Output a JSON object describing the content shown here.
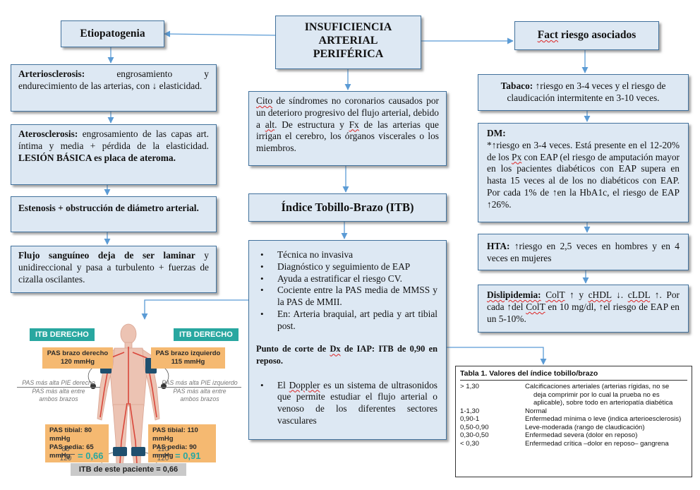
{
  "central_title": [
    "INSUFICIENCIA",
    "ARTERIAL",
    "PERIFÉRICA"
  ],
  "left": {
    "header": "Etiopatogenia",
    "box1": {
      "term": "Arteriosclerosis:",
      "text": " engrosamiento y endurecimiento de las arterias, con ↓ elasticidad."
    },
    "box2": {
      "term": "Aterosclerosis:",
      "text": " engrosamiento de las capas art. íntima y media + pérdida de la elasticidad. ",
      "bold_tail": "LESIÓN BÁSICA es placa de ateroma."
    },
    "box3": {
      "text": "Estenosis + obstrucción de diámetro arterial."
    },
    "box4": {
      "bold": "Flujo sanguíneo deja de ser laminar",
      "text_a": " y unidireccional y pasa a turbulento + fuerzas de ",
      "misspelled": "cizalla",
      "text_b": " oscilantes."
    }
  },
  "middle": {
    "desc": {
      "p1": "Cito",
      "p2": " de síndromes no coronarios causados por un deterioro progresivo del flujo arterial, debido a ",
      "p3": "alt",
      "p4": ". De estructura y ",
      "p5": "Fx",
      "p6": " de las arterias que irrigan el cerebro, los órganos viscerales o los miembros."
    },
    "itb_header": "Índice Tobillo-Brazo (ITB)",
    "itb_list": [
      "Técnica no invasiva",
      "Diagnóstico y seguimiento de EAP",
      "Ayuda a estratificar el riesgo CV.",
      "Cociente entre la PAS media de MMSS y la PAS de MMII.",
      "En: Arteria braquial, art pedia y art tibial post."
    ],
    "cutoff": {
      "a": "Punto de corte de ",
      "b": "Dx",
      "c": " de IAP: ITB de 0,90 en reposo."
    },
    "doppler": {
      "a": "El ",
      "b": "Doppler",
      "c": " es un sistema de ultrasonidos que permite estudiar el flujo arterial o venoso de los diferentes sectores vasculares"
    }
  },
  "right": {
    "header_a": "Fact",
    "header_b": " riesgo asociados",
    "tabaco": {
      "term": "Tabaco:",
      "text": " ↑riesgo en 3-4 veces y el riesgo de claudicación intermitente en 3-10 veces."
    },
    "dm": {
      "term": "DM:",
      "a": "*↑riesgo en 3-4 veces. Está presente en el 12-20% de los ",
      "b": "Px",
      "c": " con EAP (el riesgo de amputación mayor en los pacientes diabéticos con EAP supera en hasta 15 veces al de los no diabéticos con EAP. Por cada 1% de ↑en la HbA1c, el riesgo de EAP ↑26%."
    },
    "hta": {
      "term": "HTA:",
      "text": " ↑riesgo en 2,5 veces en hombres y en 4 veces en mujeres"
    },
    "dislip": {
      "term": "Dislipidemia:",
      "a": " ",
      "b": "ColT",
      "c": " ↑ y ",
      "d": "cHDL",
      "e": " ↓. ",
      "f": "cLDL",
      "g": " ↑. Por cada ↑del ",
      "h": "ColT",
      "i": " en 10 mg/dl, ↑el riesgo de EAP en un 5-10%."
    }
  },
  "itb_figure": {
    "head_left": "ITB DERECHO",
    "head_right": "ITB DERECHO",
    "pas_brazo_der": [
      "PAS brazo derecho",
      "120 mmHg"
    ],
    "pas_brazo_izq": [
      "PAS brazo izquierdo",
      "115 mmHg"
    ],
    "frac_left_top": "PAS más alta PIE derecho",
    "frac_left_bottom": [
      "PAS más alta entre",
      "ambos brazos"
    ],
    "frac_right_top": "PAS más alta PIE izquierdo",
    "frac_right_bottom": [
      "PAS más alta entre",
      "ambos brazos"
    ],
    "pas_leg_left": [
      "PAS tibial: 80 mmHg",
      "PAS pedia: 65 mmHg"
    ],
    "pas_leg_right": [
      "PAS tibial: 110 mmHg",
      "PAS pedia: 90 mmHg"
    ],
    "calc_left": {
      "num": "80",
      "den": "120",
      "res": "= 0,66"
    },
    "calc_right": {
      "num": "110",
      "den": "120",
      "res": "= 0,91"
    },
    "result": "ITB de este paciente = 0,66",
    "colors": {
      "header": "#28a7a0",
      "pas_box": "#f5b971",
      "body": "#ecc3b3",
      "artery": "#d9473b",
      "cuff": "#1f4f6e"
    }
  },
  "table": {
    "title": "Tabla 1. Valores del índice tobillo/brazo",
    "rows": [
      {
        "range": "> 1,30",
        "desc": [
          "Calcificaciones arteriales (arterias rígidas, no se",
          "deja comprimir por lo cual la prueba no es",
          "aplicable), sobre todo en arteriopatía diabética"
        ]
      },
      {
        "range": "1-1,30",
        "desc": [
          "Normal"
        ]
      },
      {
        "range": "0,90-1",
        "desc": [
          "Enfermedad mínima o leve (indica arterioesclerosis)"
        ]
      },
      {
        "range": "0,50-0,90",
        "desc": [
          "Leve-moderada (rango de claudicación)"
        ]
      },
      {
        "range": "0,30-0,50",
        "desc": [
          "Enfermedad severa (dolor en reposo)"
        ]
      },
      {
        "range": "< 0,30",
        "desc": [
          "Enfermedad crítica –dolor en reposo– gangrena"
        ]
      }
    ]
  },
  "colors": {
    "box_fill": "#dde8f3",
    "box_border": "#41719c",
    "arrow": "#5b9bd5"
  }
}
